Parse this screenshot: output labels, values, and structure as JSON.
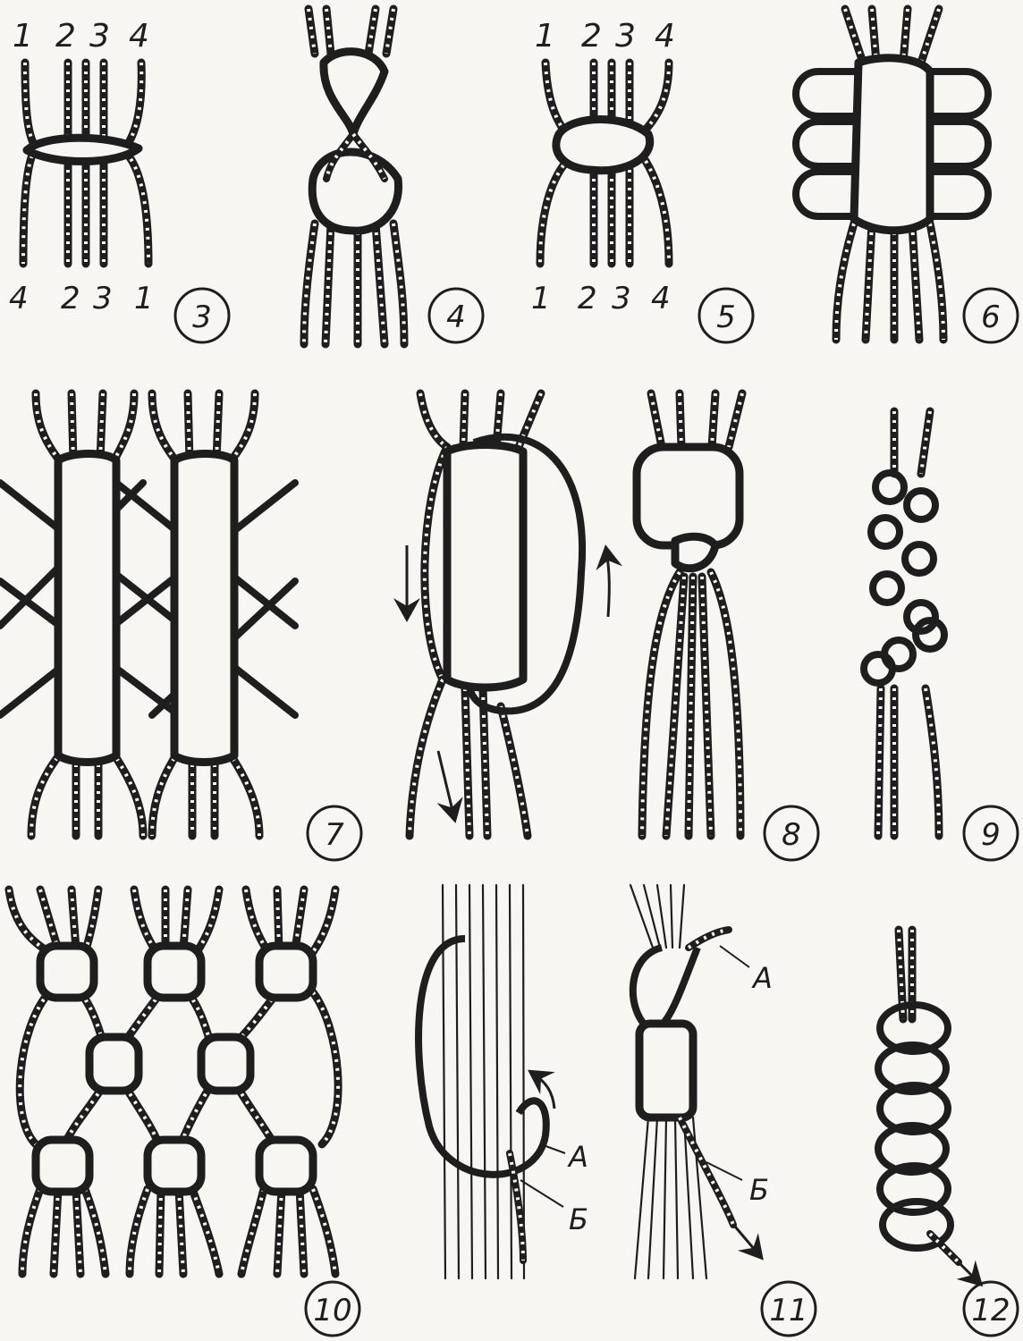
{
  "colors": {
    "ink": "#1e1e1e",
    "paper": "#f7f6f2",
    "cord_fill": "#f7f6f2"
  },
  "figures": [
    {
      "number": "3",
      "top_cords": [
        "1",
        "2",
        "3",
        "4"
      ],
      "bottom_cords": [
        "4",
        "2",
        "3",
        "1"
      ]
    },
    {
      "number": "4"
    },
    {
      "number": "5",
      "top_cords": [
        "1",
        "2",
        "3",
        "4"
      ],
      "bottom_cords": [
        "1",
        "2",
        "3",
        "4"
      ]
    },
    {
      "number": "6"
    },
    {
      "number": "7"
    },
    {
      "number": "8"
    },
    {
      "number": "9"
    },
    {
      "number": "10"
    },
    {
      "number": "11",
      "labels": [
        "А",
        "Б"
      ]
    },
    {
      "number": "11",
      "labels": [
        "А",
        "Б"
      ]
    },
    {
      "number": "12"
    }
  ]
}
